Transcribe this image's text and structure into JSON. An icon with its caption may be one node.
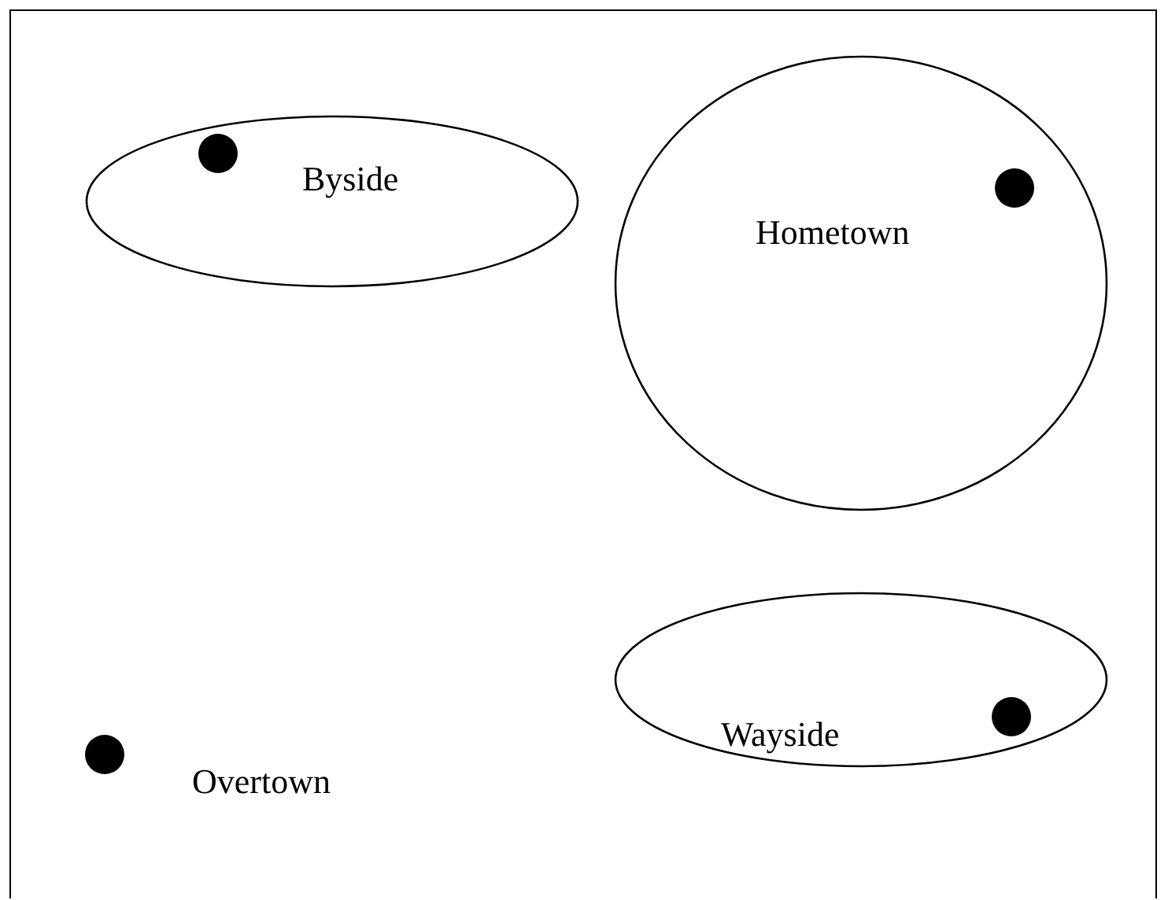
{
  "diagram": {
    "nodes": [
      {
        "text": [
          "Byside"
        ]
      },
      {
        "text": [],
        "shape": "circle",
        "in": 0
      },
      {
        "text": [
          "Hometown"
        ]
      },
      {
        "text": [],
        "shape": "circle",
        "in": 2
      },
      {
        "text": [
          "Wayside"
        ]
      },
      {
        "text": [],
        "shape": "circle",
        "in": 4
      },
      {
        "text": [],
        "shape": "circle"
      }
    ],
    "labels": [
      "Overtown"
    ]
  }
}
